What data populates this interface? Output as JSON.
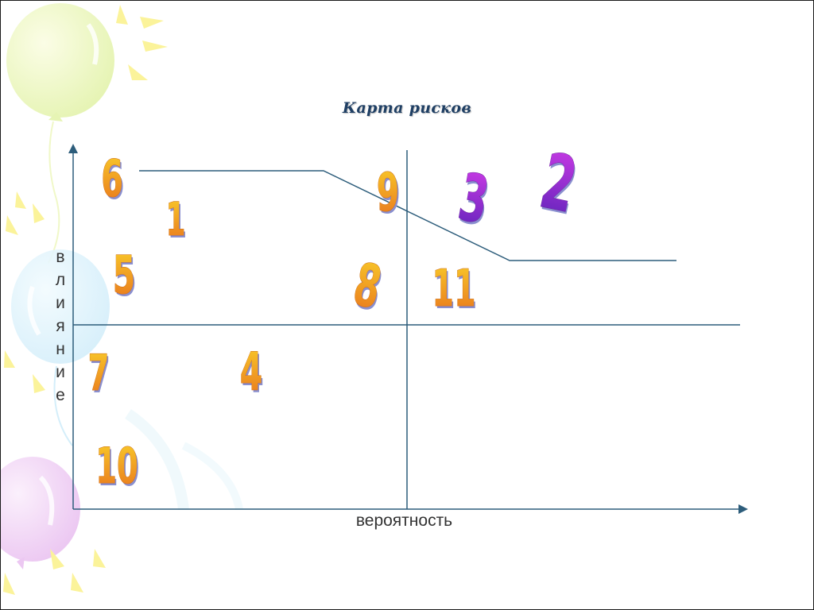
{
  "title": "Карта рисков",
  "y_axis_label": "влияние",
  "x_axis_label": "вероятность",
  "risks": [
    {
      "id": "6",
      "color": "orange"
    },
    {
      "id": "1",
      "color": "orange"
    },
    {
      "id": "9",
      "color": "orange"
    },
    {
      "id": "3",
      "color": "purple"
    },
    {
      "id": "2",
      "color": "purple"
    },
    {
      "id": "5",
      "color": "orange"
    },
    {
      "id": "8",
      "color": "orange"
    },
    {
      "id": "11",
      "color": "orange"
    },
    {
      "id": "7",
      "color": "orange"
    },
    {
      "id": "4",
      "color": "orange"
    },
    {
      "id": "10",
      "color": "orange"
    }
  ],
  "colors": {
    "axis": "#2d5d7b",
    "title": "#1f3f64",
    "orange_top": "#f9ce2a",
    "orange_bottom": "#e8721c",
    "purple_top": "#d23ce8",
    "purple_bottom": "#5a22b8",
    "shadow": "#8a8fcf"
  }
}
